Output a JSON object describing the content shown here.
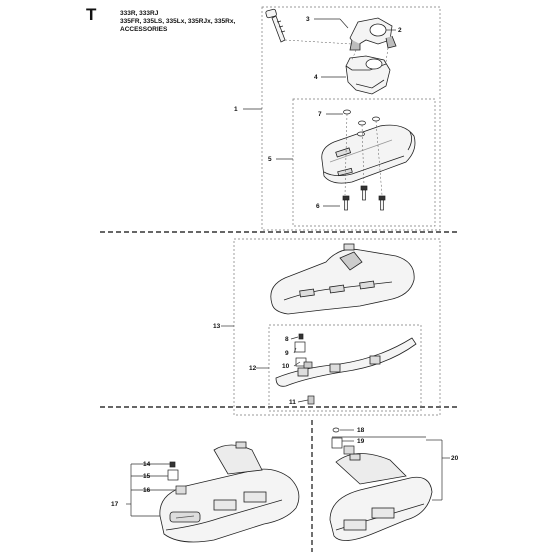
{
  "header": {
    "section_letter": "T",
    "model_lines": [
      "333R, 333RJ",
      "335FR, 335LS, 335Lx, 335RJx, 335Rx,",
      "ACCESSORIES"
    ]
  },
  "callouts": {
    "c1": "1",
    "c2": "2",
    "c3": "3",
    "c4": "4",
    "c5": "5",
    "c6": "6",
    "c7": "7",
    "c8": "8",
    "c9": "9",
    "c10": "10",
    "c11": "11",
    "c12": "12",
    "c13": "13",
    "c14": "14",
    "c15": "15",
    "c16": "16",
    "c17": "17",
    "c18": "18",
    "c19": "19",
    "c20": "20"
  },
  "colors": {
    "line": "#222222",
    "dash": "#555555",
    "part_fill": "#f4f4f4",
    "part_shade": "#bdbdbd"
  }
}
